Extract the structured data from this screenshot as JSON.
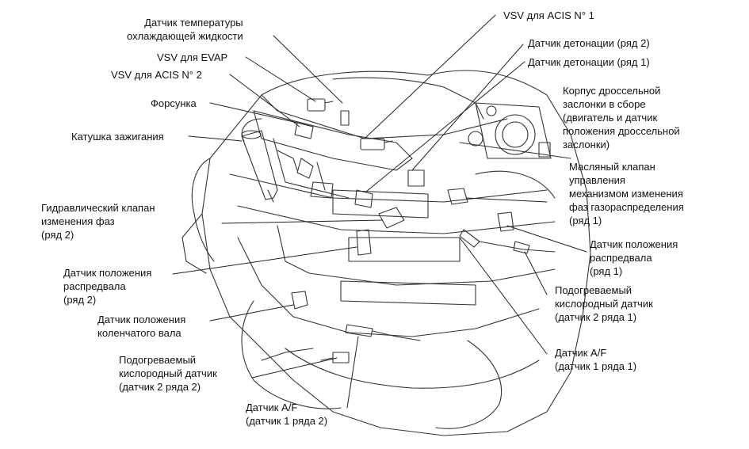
{
  "labels": {
    "coolant_temp": "Датчик температуры\nохлаждающей жидкости",
    "vsv_evap": "VSV для EVAP",
    "vsv_acis2": "VSV для ACIS N° 2",
    "injector": "Форсунка",
    "ignition_coil": "Катушка зажигания",
    "ocv_bank2": "Гидравлический клапан\nизменения фаз\n(ряд 2)",
    "cam_sensor_bank2": "Датчик положения\nраспредвала\n(ряд 2)",
    "crank_sensor": "Датчик положения\nколенчатого вала",
    "o2_bank2": "Подогреваемый\nкислородный датчик\n(датчик 2 ряда 2)",
    "af_bank2": "Датчик A/F\n(датчик 1 ряда 2)",
    "vsv_acis1": "VSV для ACIS N° 1",
    "knock_bank2": "Датчик детонации (ряд 2)",
    "knock_bank1": "Датчик детонации (ряд 1)",
    "throttle_body": "Корпус дроссельной\nзаслонки в сборе\n(двигатель и датчик\nположения дроссельной\nзаслонки)",
    "ocv_bank1": "Масляный клапан\nуправления\nмеханизмом изменения\nфаз газораспределения\n(ряд 1)",
    "cam_sensor_bank1": "Датчик положения\nраспредвала\n(ряд 1)",
    "o2_bank1": "Подогреваемый\nкислородный датчик\n(датчик 2 ряда 1)",
    "af_bank1": "Датчик A/F\n(датчик 1 ряда 1)"
  },
  "colors": {
    "ink": "#111111",
    "line": "#222222",
    "sketch": "#333333"
  }
}
